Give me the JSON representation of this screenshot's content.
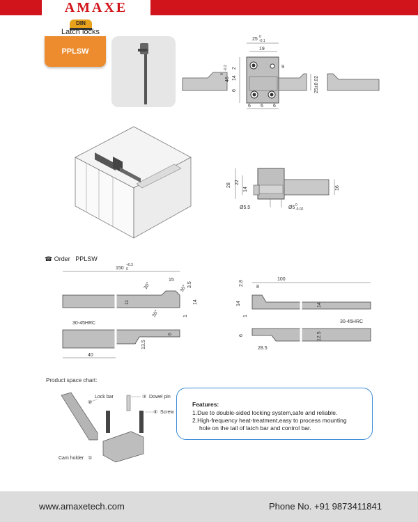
{
  "header": {
    "brand": "AMAXE",
    "badge": "DIN",
    "subtitle": "Latch locks",
    "model_tab": "PPLSW"
  },
  "order": {
    "label": "Order",
    "model": "PPLSW"
  },
  "dims": {
    "top_view": [
      "25",
      "0",
      "-0.1",
      "19",
      "9",
      "46",
      "0",
      "-0.2",
      "2",
      "14",
      "6",
      "25±0.02",
      "6",
      "6",
      "6"
    ],
    "side_view": [
      "28",
      "22",
      "14",
      "16",
      "Ø5.5",
      "Ø5",
      "0",
      "-0.02"
    ],
    "bar_left": [
      "150",
      "+0.3",
      "0",
      "15",
      "30°",
      "3.5",
      "30°",
      "11",
      "14",
      "1",
      "30°",
      "30-45HRC",
      "6",
      "13.5",
      "40"
    ],
    "bar_right": [
      "100",
      "2.8",
      "8",
      "14",
      "14",
      "1",
      "30-45HRC",
      "6",
      "12.5",
      "28.5"
    ]
  },
  "chart": {
    "title": "Product space chart:",
    "parts": [
      {
        "num": "②",
        "name": "Lock bar"
      },
      {
        "num": "③",
        "name": "Dowel pin"
      },
      {
        "num": "④",
        "name": "Screw"
      },
      {
        "num": "①",
        "name": "Cam holder"
      }
    ]
  },
  "features": {
    "title": "Features:",
    "line1": "1.Due to double-sided locking system,safe and reliable.",
    "line2": "2.High-frequency heat-treatment,easy to process mounting",
    "line3": "hole on the tail of latch bar and control bar."
  },
  "footer": {
    "website": "www.amaxetech.com",
    "phone": "Phone No. +91 9873411841"
  },
  "colors": {
    "brand_red": "#d1141b",
    "tab_orange": "#ec8c2f",
    "badge_yellow": "#e8a11c",
    "features_border": "#3b8dd8"
  }
}
